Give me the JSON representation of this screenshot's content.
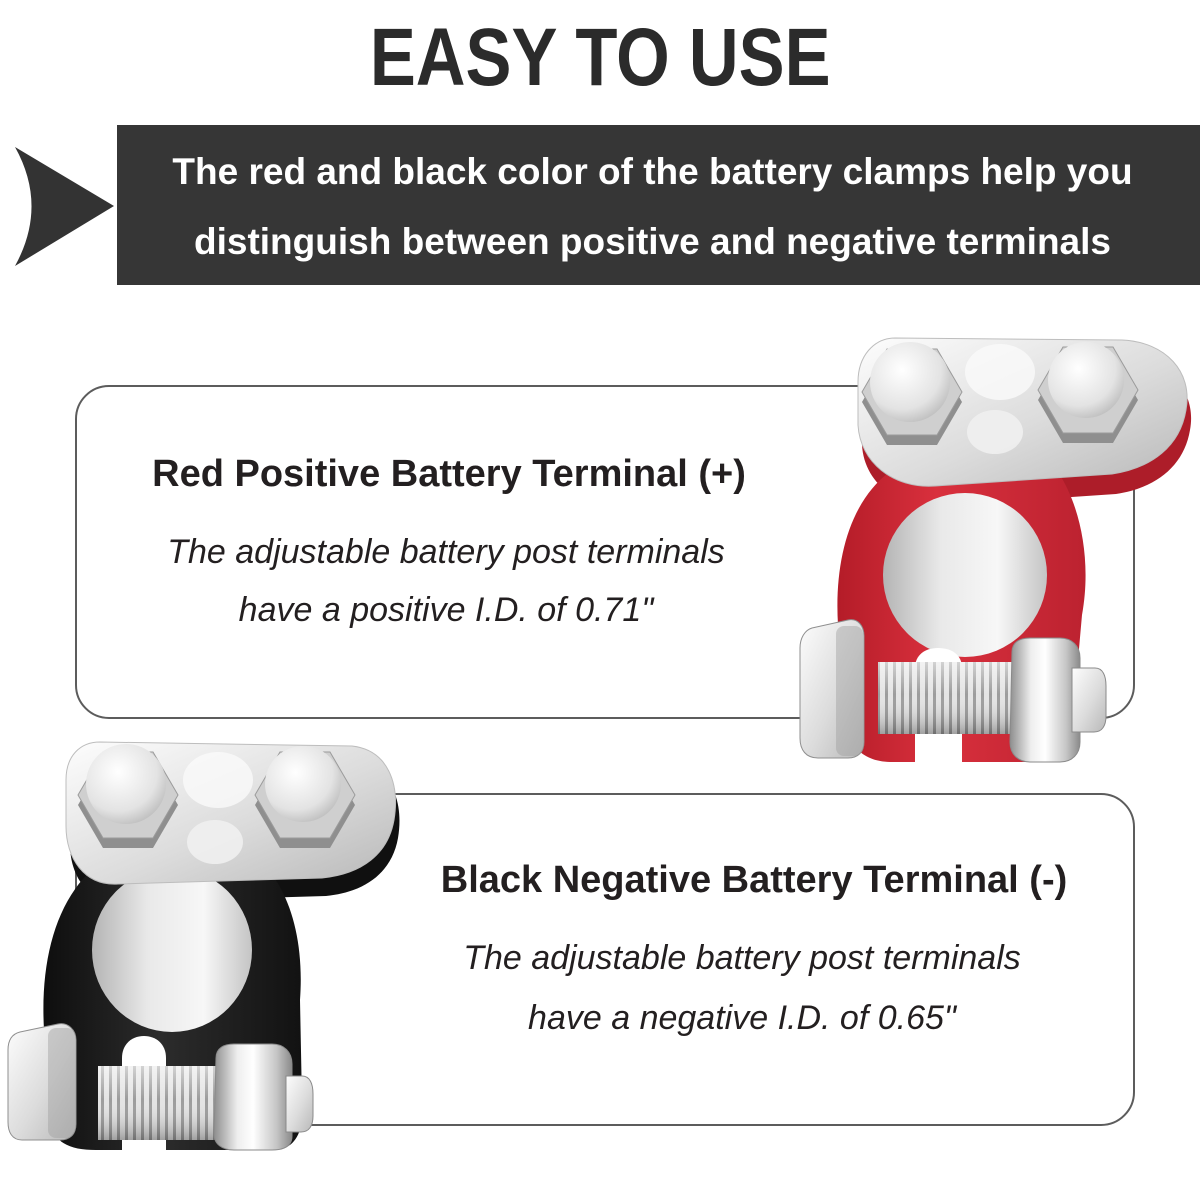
{
  "header": {
    "title": "EASY TO USE"
  },
  "banner": {
    "line1": "The red and black color of the battery clamps help you",
    "line2": "distinguish between positive and negative terminals"
  },
  "cards": [
    {
      "title": "Red Positive Battery Terminal (+)",
      "line1": "The adjustable battery post terminals",
      "line2": "have a positive I.D. of 0.71\""
    },
    {
      "title": "Black Negative Battery Terminal (-)",
      "line1": "The adjustable battery post terminals",
      "line2": "have a negative I.D. of 0.65\""
    }
  ],
  "icons": {
    "banner_arrow": "chevron-arrow-icon",
    "red_terminal": "red-battery-terminal-image",
    "black_terminal": "black-battery-terminal-image"
  },
  "colors": {
    "banner_background": "#363636",
    "positive_clamp": "#d12d3a",
    "negative_clamp": "#1a1a1a",
    "hardware_silver": "#d9d9d9",
    "text": "#231f20"
  }
}
